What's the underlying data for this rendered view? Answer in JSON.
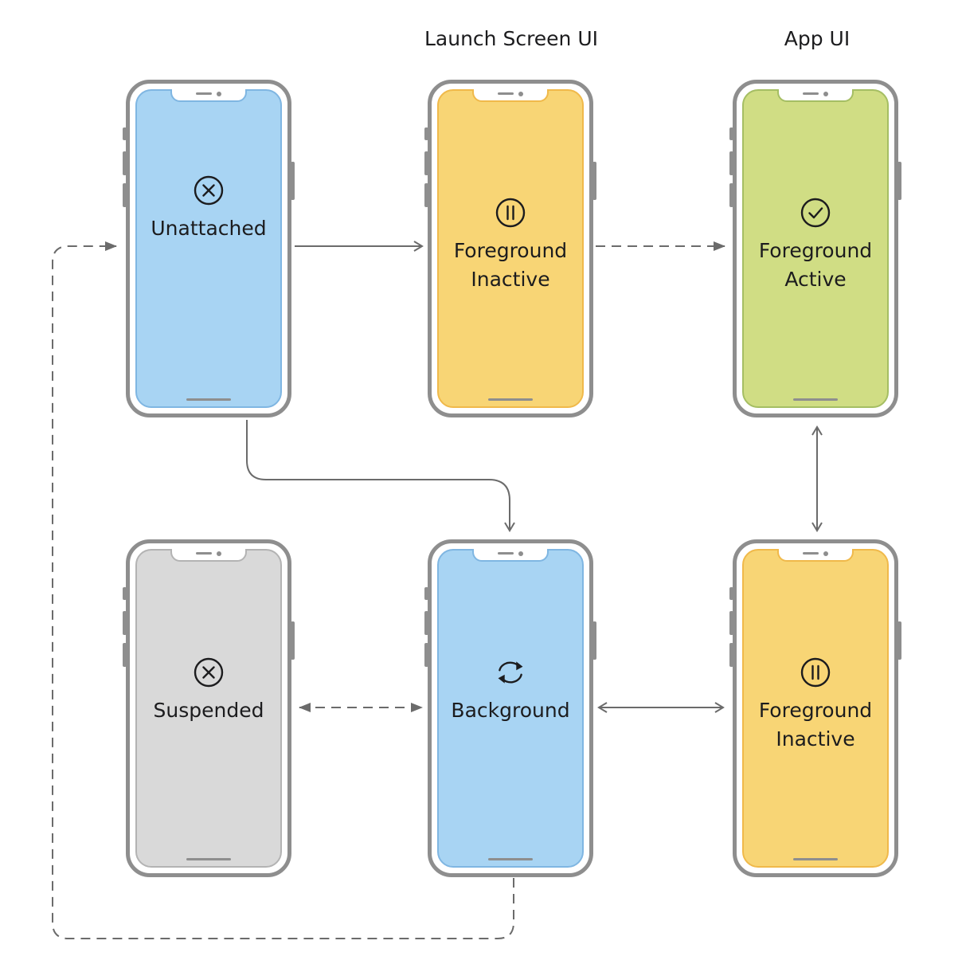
{
  "columns": {
    "launch_screen": "Launch Screen UI",
    "app": "App UI"
  },
  "states": [
    {
      "id": "unattached",
      "label": "Unattached",
      "icon": "x-circle-icon",
      "fill": "#a8d4f3",
      "stroke": "#7fb6e2"
    },
    {
      "id": "foreground-inactive-launch",
      "label": "Foreground\nInactive",
      "icon": "pause-circle-icon",
      "fill": "#f8d575",
      "stroke": "#f0b94a"
    },
    {
      "id": "foreground-active",
      "label": "Foreground\nActive",
      "icon": "checkmark-circle-icon",
      "fill": "#d0dd84",
      "stroke": "#a5be63"
    },
    {
      "id": "suspended",
      "label": "Suspended",
      "icon": "x-circle-icon",
      "fill": "#d9d9d9",
      "stroke": "#b3b3b3"
    },
    {
      "id": "background",
      "label": "Background",
      "icon": "refresh-arrows-icon",
      "fill": "#a8d4f3",
      "stroke": "#7fb6e2"
    },
    {
      "id": "foreground-inactive-app",
      "label": "Foreground\nInactive",
      "icon": "pause-circle-icon",
      "fill": "#f8d575",
      "stroke": "#f0b94a"
    }
  ],
  "transitions": [
    {
      "from": "unattached",
      "to": "foreground-inactive-launch",
      "style": "solid",
      "direction": "forward"
    },
    {
      "from": "foreground-inactive-launch",
      "to": "foreground-active",
      "style": "dashed",
      "direction": "forward"
    },
    {
      "from": "unattached",
      "to": "background",
      "style": "solid",
      "direction": "forward"
    },
    {
      "from": "foreground-active",
      "to": "foreground-inactive-app",
      "style": "solid",
      "direction": "both"
    },
    {
      "from": "suspended",
      "to": "background",
      "style": "dashed",
      "direction": "both"
    },
    {
      "from": "background",
      "to": "foreground-inactive-app",
      "style": "solid",
      "direction": "both"
    },
    {
      "from": "background",
      "to": "unattached",
      "style": "dashed",
      "direction": "forward"
    }
  ],
  "colors": {
    "line": "#6b6b6b",
    "phone_frame": "#8e8e8e"
  }
}
